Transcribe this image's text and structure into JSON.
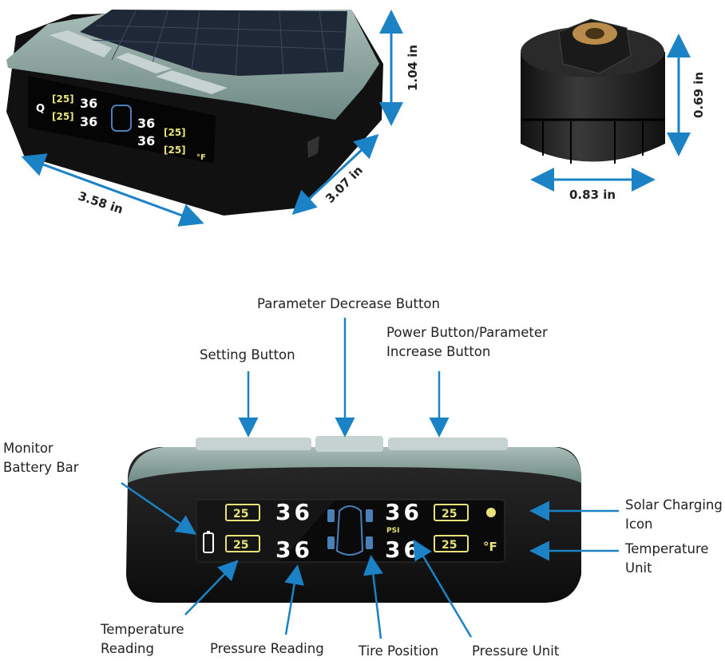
{
  "dimensions": {
    "monitor_height": "1.04 in",
    "monitor_width": "3.58 in",
    "monitor_depth": "3.07 in",
    "sensor_height": "0.69 in",
    "sensor_diameter": "0.83 in"
  },
  "display": {
    "pressure": [
      "36",
      "36",
      "36",
      "36"
    ],
    "temperature": [
      "25",
      "25",
      "25",
      "25"
    ],
    "pressure_unit": "PSI",
    "temperature_unit": "°F"
  },
  "callouts": {
    "parameter_decrease": "Parameter Decrease Button",
    "setting": "Setting Button",
    "power_line1": "Power Button/Parameter",
    "power_line2": "Increase Button",
    "battery_line1": "Monitor",
    "battery_line2": "Battery Bar",
    "solar_line1": "Solar Charging",
    "solar_line2": "Icon",
    "temp_unit_line1": "Temperature",
    "temp_unit_line2": "Unit",
    "temp_reading_line1": "Temperature",
    "temp_reading_line2": "Reading",
    "pressure_reading": "Pressure Reading",
    "tire_position": "Tire Position",
    "pressure_unit": "Pressure Unit"
  },
  "colors": {
    "arrow": "#1b82c6",
    "shell": "#7f9a95",
    "lcd_temp": "#e9e27a"
  }
}
